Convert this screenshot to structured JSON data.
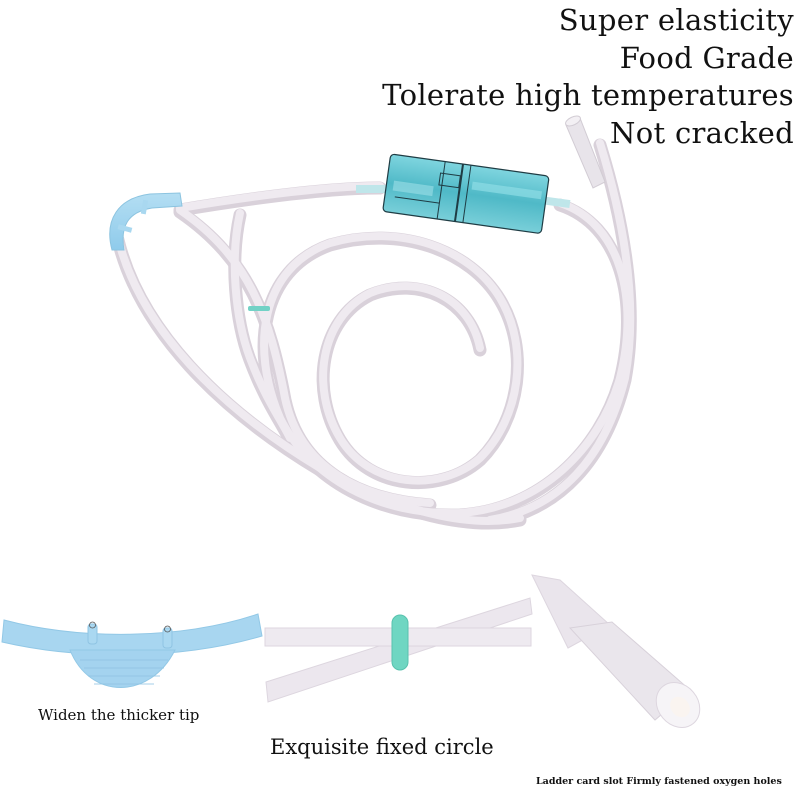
{
  "product": {
    "subject": "nasal oxygen cannula tubing with blue connector",
    "colors": {
      "background": "#ffffff",
      "tube": "#ece6ec",
      "tube_shade": "#d9d1da",
      "cannula_blue": "#9fd3ef",
      "connector_teal": "#5cc3cf",
      "ring_green": "#6fd6c2",
      "text": "#111111"
    }
  },
  "features": {
    "items": [
      "Super elasticity",
      "Food Grade",
      "Tolerate high temperatures",
      "Not cracked"
    ]
  },
  "details": {
    "tip_caption": "Widen the thicker tip",
    "circle_caption": "Exquisite fixed circle",
    "slot_caption": "Ladder card slot Firmly fastened oxygen holes"
  }
}
